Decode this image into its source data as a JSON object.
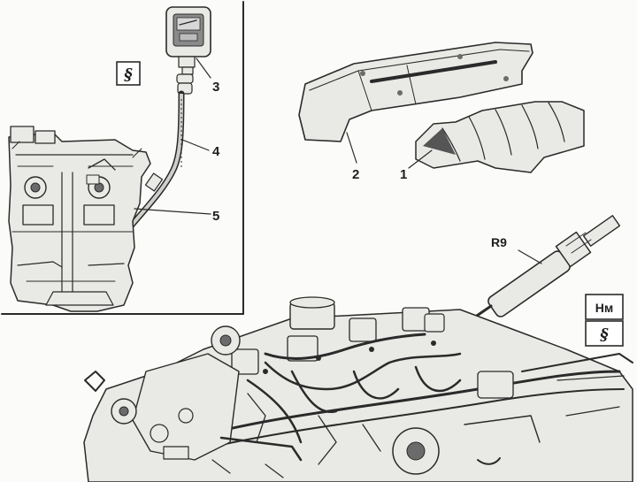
{
  "callouts": {
    "c1": "1",
    "c2": "2",
    "c3": "3",
    "c4": "4",
    "c5": "5",
    "r9": "R9"
  },
  "icons": {
    "special_tool_symbol": "wrench-symbol",
    "torque_label": "Нм"
  }
}
